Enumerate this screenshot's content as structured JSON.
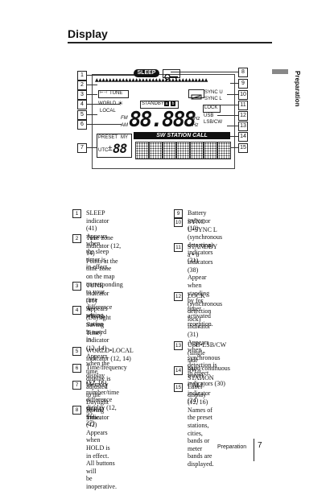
{
  "header": {
    "title": "Display",
    "side_label": "Preparation"
  },
  "display": {
    "callouts_left": [
      "1",
      "2",
      "3",
      "4",
      "5",
      "6",
      "7"
    ],
    "callouts_right": [
      "8",
      "9",
      "10",
      "11",
      "12",
      "13",
      "14",
      "15"
    ],
    "sleep": "SLEEP",
    "tune": "TUNE",
    "world": "WORLD",
    "local": "LOCAL",
    "fm": "FM",
    "am": "AM",
    "freq": "88.888",
    "mhz": "MHz",
    "khz": "kHz",
    "standby": "STANDBY",
    "standby_a": "a",
    "standby_b": "b",
    "sync_u": "SYNC U",
    "sync_l": "SYNC L",
    "lock": "LOCK",
    "usb": "USB",
    "lsb_cw": "LSB/CW",
    "sw_call": "SW STATION CALL",
    "preset": "PRESET",
    "my": "MY",
    "utc": "UTC",
    "pm": "±",
    "utc_digits": "88",
    "triangles": "▲▲▲▲▲▲▲▲▲▲▲▲▲▲▲▲▲▲▲▲▲▲▲▲▲▲▲▲▲▲▲▲▲▲"
  },
  "left_items": [
    {
      "n": "1",
      "text": "SLEEP indicator (41)\nAppears when the sleep\ntimer is in effect."
    },
    {
      "n": "2",
      "text": "Time zone indicator (12,\n14)\nPoints at the time zone\non the map\ncorresponding to your\ntime difference setting."
    },
    {
      "n": "3",
      "text": "TUNE indicator (16)\nAppears when a station\nis tuned in."
    },
    {
      "n": "4",
      "text": "☀ (Daylight Saving\nTime) indicator (12, 14)\nAppears when the time\ndisplay is adjusted to the\nDaylight Saving Time."
    },
    {
      "n": "5",
      "text": "WORLD•LOCAL\nindicator (12, 14)"
    },
    {
      "n": "6",
      "text": "Time/frequency display\n(12, 16)"
    },
    {
      "n": "7",
      "text": "Memory number/time\ndifference display (12, 22,\n27)"
    },
    {
      "n": "8",
      "text": "HOLD indicator (42)\nAppears when HOLD is\nin effect. All buttons will\nbe inoperative."
    }
  ],
  "right_items": [
    {
      "n": "9",
      "text": "Battery indicator (10)"
    },
    {
      "n": "10",
      "text": "SYNC U•SYNC L\n(synchronous detection)\nindicators (31)"
    },
    {
      "n": "11",
      "text": "STANDBY a • b\nindicators\n(38)\nAppear when standing\nby for timer activated\nreception."
    },
    {
      "n": "12",
      "text": "LOCK (synchronous\ndetection lock) indicator\n(31)\nAppears when\nsynchronous detection is\nin effect."
    },
    {
      "n": "13",
      "text": "USB•LSB/CW (single\nside band/continuous\nwave) indicators (30)"
    },
    {
      "n": "14",
      "text": "SW STATION CALL\nindicator (24)"
    },
    {
      "n": "15",
      "text": "Label display (12, 16)\nNames of the preset\nstations, cities, bands or\nmeter bands are\ndisplayed."
    }
  ],
  "footer": {
    "section": "Preparation",
    "page": "7"
  }
}
